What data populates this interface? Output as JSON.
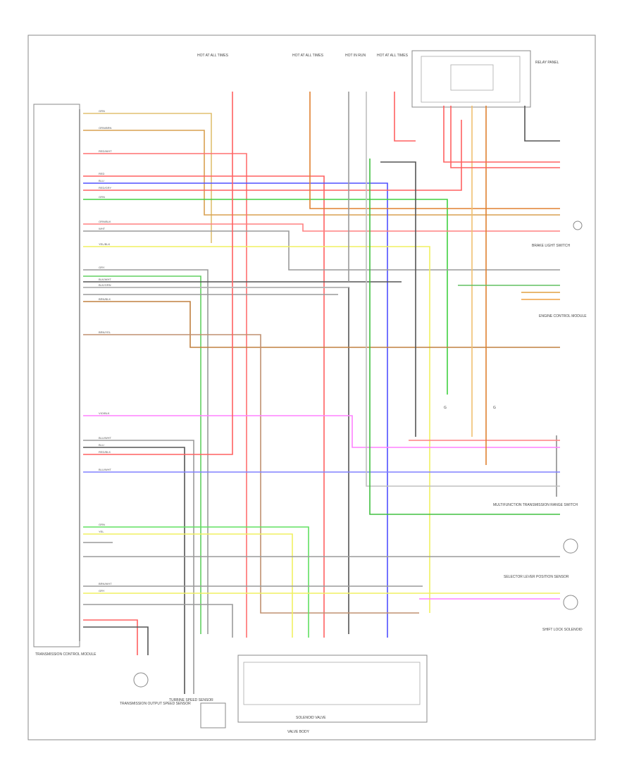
{
  "diagram": {
    "title": "",
    "watermark": "",
    "labels": {
      "tcm": "TRANSMISSION CONTROL MODULE",
      "solenoid_valve": "SOLENOID VALVE",
      "speed_sensor": "TRANSMISSION OUTPUT SPEED SENSOR",
      "turbine_speed": "TURBINE SPEED SENSOR",
      "valve_body": "VALVE BODY",
      "brake_switch": "BRAKE LIGHT SWITCH",
      "multifunction": "MULTIFUNCTION TRANSMISSION RANGE SWITCH",
      "fuse_a": "HOT AT ALL TIMES",
      "fuse_b": "HOT AT ALL TIMES",
      "fuse_c": "HOT IN RUN",
      "fuse_d": "HOT AT ALL TIMES",
      "relay_box": "RELAY PANEL",
      "selector_lever": "SELECTOR LEVER POSITION SENSOR",
      "shift_lock": "SHIFT LOCK SOLENOID",
      "engine_control": "ENGINE CONTROL MODULE",
      "ground_g1": "G",
      "ground_g2": "G"
    },
    "wire_labels": {
      "w1": "GRN",
      "w2": "ORN/BRN",
      "w3": "RED/WHT",
      "w4": "RED",
      "w5": "BLU",
      "w6": "RED/GRY",
      "w7": "GRN",
      "w8": "ORN/BLK",
      "w9": "WHT",
      "w10": "YEL/BLK",
      "w11": "GRY",
      "w12": "BLK/WHT",
      "w13": "BLK/GRN",
      "w14": "BRN/BLK",
      "w15": "BRN/YEL",
      "w16": "VIO/BLK",
      "w17": "BLU/WHT",
      "w18": "BLU",
      "w19": "RED/BLK",
      "w20": "BLU/WHT",
      "w21": "GRN",
      "w22": "YEL",
      "w23": "BRN/WHT",
      "w24": "GRY"
    }
  }
}
